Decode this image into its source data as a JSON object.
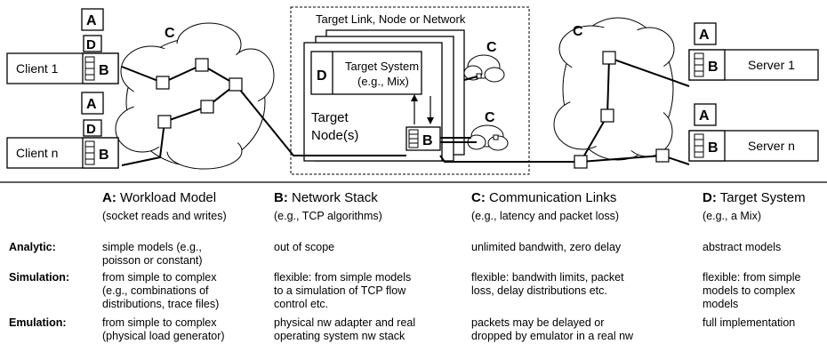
{
  "diagram": {
    "target_box_title": "Target Link, Node or Network",
    "target_system_label": "Target System",
    "target_system_example": "(e.g., Mix)",
    "target_node_label_1": "Target",
    "target_node_label_2": "Node(s)",
    "clients": [
      "Client 1",
      "Client n"
    ],
    "servers": [
      "Server 1",
      "Server n"
    ],
    "letter_a": "A",
    "letter_b": "B",
    "letter_c": "C",
    "letter_d": "D"
  },
  "table": {
    "columns": [
      {
        "letter": "A:",
        "title": "Workload Model",
        "subtitle": "(socket reads and writes)"
      },
      {
        "letter": "B:",
        "title": "Network Stack",
        "subtitle": "(e.g., TCP algorithms)"
      },
      {
        "letter": "C:",
        "title": "Communication Links",
        "subtitle": "(e.g., latency and packet loss)"
      },
      {
        "letter": "D:",
        "title": "Target System",
        "subtitle": "(e.g., a Mix)"
      }
    ],
    "rows": [
      {
        "label": "Analytic:",
        "cells": [
          [
            "simple models (e.g.,",
            "poisson or constant)"
          ],
          [
            "out of scope"
          ],
          [
            "unlimited bandwith, zero delay"
          ],
          [
            "abstract models"
          ]
        ]
      },
      {
        "label": "Simulation:",
        "cells": [
          [
            "from simple to complex",
            "(e.g., combinations of",
            "distributions, trace files)"
          ],
          [
            "flexible: from simple models",
            "to a simulation of TCP flow",
            "control etc."
          ],
          [
            "flexible: bandwith limits, packet",
            "loss, delay distributions etc."
          ],
          [
            "flexible: from simple",
            "models to complex",
            "models"
          ]
        ]
      },
      {
        "label": "Emulation:",
        "cells": [
          [
            "from simple to complex",
            "(physical load generator)"
          ],
          [
            "physical nw adapter and real",
            "operating system nw stack"
          ],
          [
            "packets may be delayed or",
            "dropped by emulator in a real nw"
          ],
          [
            "full implementation"
          ]
        ]
      }
    ]
  }
}
